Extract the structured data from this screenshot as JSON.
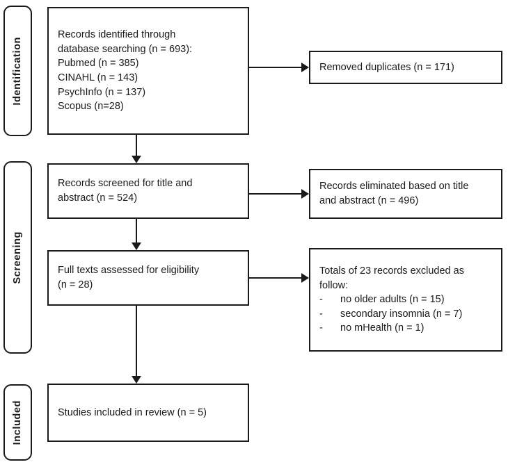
{
  "diagram": {
    "title": "PRISMA study selection flow diagram",
    "line_color": "#1a1a1a",
    "background_color": "#ffffff",
    "stages": [
      {
        "id": "identification",
        "label": "Identification"
      },
      {
        "id": "screening",
        "label": "Screening"
      },
      {
        "id": "included",
        "label": "Included"
      }
    ],
    "main_boxes": [
      {
        "id": "records-identified",
        "text": "Records identified through\ndatabase searching (n = 693):\nPubmed (n = 385)\nCINAHL (n = 143)\nPsychInfo (n = 137)\nScopus (n=28)"
      },
      {
        "id": "records-screened",
        "text": "Records screened for title and\nabstract (n = 524)"
      },
      {
        "id": "full-texts-assessed",
        "text": "Full texts assessed for eligibility\n(n = 28)"
      },
      {
        "id": "studies-included",
        "text": "Studies included in review (n = 5)"
      }
    ],
    "side_boxes": [
      {
        "id": "removed-duplicates",
        "text": "Removed duplicates (n = 171)"
      },
      {
        "id": "records-eliminated",
        "text": "Records eliminated based on title\nand abstract (n = 496)"
      }
    ],
    "exclusion_box": {
      "id": "records-excluded",
      "heading": "Totals of 23 records excluded as\nfollow:",
      "dash": "-",
      "items": [
        "no older adults (n = 15)",
        "secondary insomnia (n = 7)",
        "no mHealth (n = 1)"
      ]
    }
  }
}
